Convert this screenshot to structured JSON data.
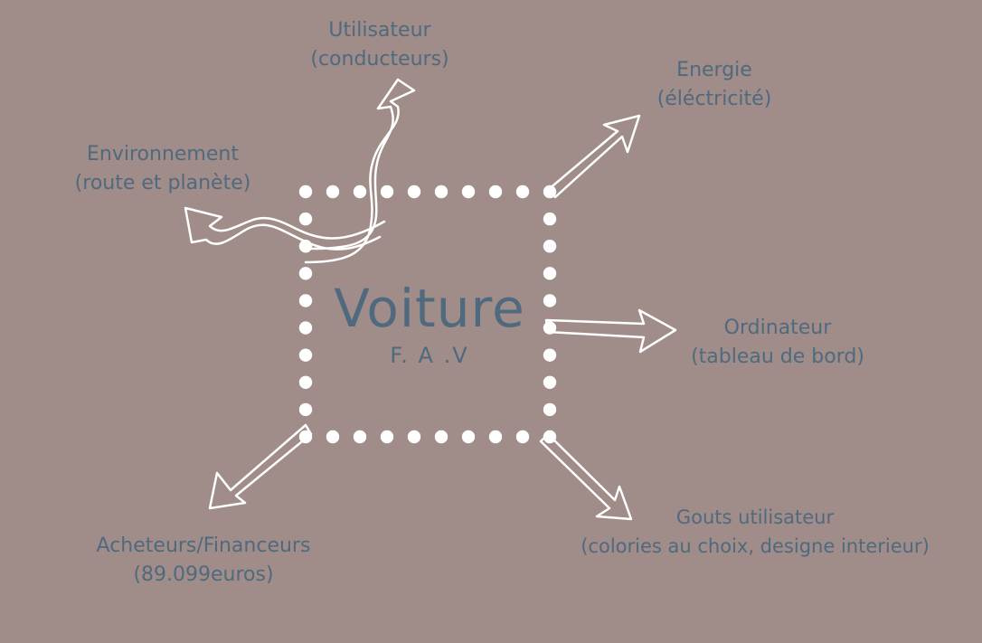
{
  "colors": {
    "background": "#a08c88",
    "text": "#4f6a7e",
    "stroke": "#ffffff"
  },
  "center": {
    "title": "Voiture",
    "subtitle": "F. A .V"
  },
  "nodes": {
    "utilisateur": {
      "line1": "Utilisateur",
      "line2": "(conducteurs)"
    },
    "energie": {
      "line1": "Energie",
      "line2": "(éléctricité)"
    },
    "environnement": {
      "line1": "Environnement",
      "line2": "(route et planète)"
    },
    "ordinateur": {
      "line1": "Ordinateur",
      "line2": "(tableau de bord)"
    },
    "acheteurs": {
      "line1": "Acheteurs/Financeurs",
      "line2": "(89.099euros)"
    },
    "gouts": {
      "line1": "Gouts utilisateur",
      "line2": "(colories au choix, designe interieur)"
    }
  }
}
